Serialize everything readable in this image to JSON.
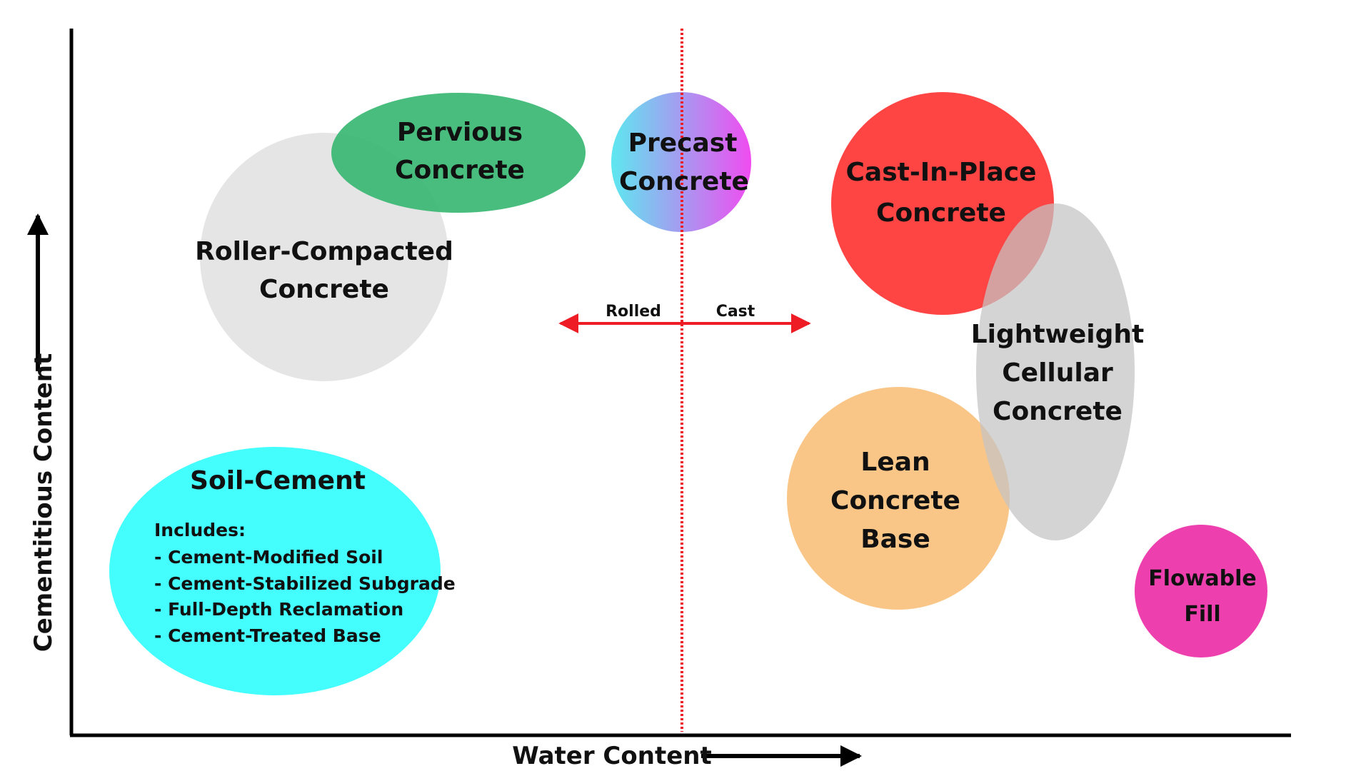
{
  "axes": {
    "x_label": "Water Content",
    "y_label": "Cementitious Content"
  },
  "divider": {
    "left_label": "Rolled",
    "right_label": "Cast",
    "color": "#ee1c24"
  },
  "nodes": {
    "rcc": {
      "line1": "Roller-Compacted",
      "line2": "Concrete",
      "color": "#e4e4e4"
    },
    "pervious": {
      "line1": "Pervious",
      "line2": "Concrete",
      "color": "#38b772"
    },
    "precast": {
      "line1": "Precast",
      "line2": "Concrete",
      "color_left": "#5de8f0",
      "color_right": "#f04cf0"
    },
    "cip": {
      "line1": "Cast-In-Place",
      "line2": "Concrete",
      "color": "#ff3030"
    },
    "lightweight": {
      "line1": "Lightweight",
      "line2": "Cellular",
      "line3": "Concrete",
      "color": "#c4c4c4"
    },
    "lean": {
      "line1": "Lean",
      "line2": "Concrete",
      "line3": "Base",
      "color": "#f9c17e"
    },
    "flowable": {
      "line1": "Flowable",
      "line2": "Fill",
      "color": "#ed3fad"
    },
    "soil_cement": {
      "title": "Soil-Cement",
      "includes": "Includes:",
      "items": [
        "- Cement-Modified Soil",
        "- Cement-Stabilized Subgrade",
        "- Full-Depth Reclamation",
        "- Cement-Treated Base"
      ],
      "color": "#44fdfd"
    }
  }
}
